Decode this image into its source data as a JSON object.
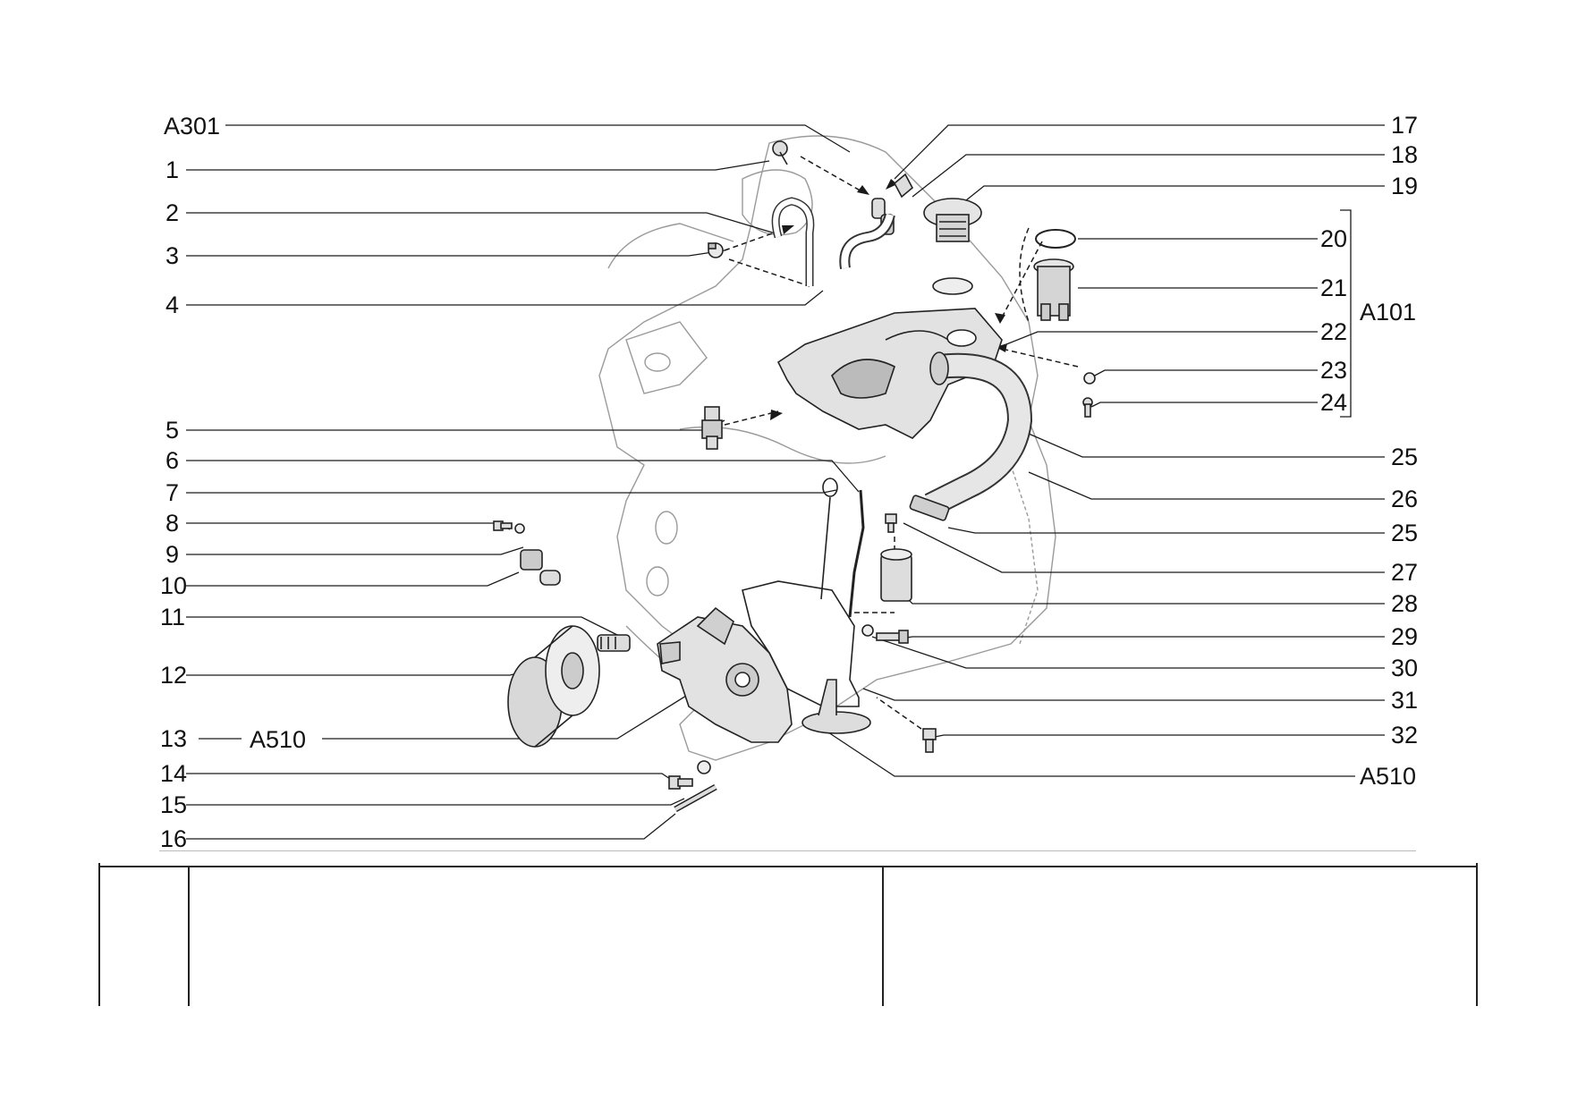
{
  "diagram": {
    "left_labels": [
      {
        "id": "a301",
        "text": "A301"
      },
      {
        "id": "n1",
        "text": "1"
      },
      {
        "id": "n2",
        "text": "2"
      },
      {
        "id": "n3",
        "text": "3"
      },
      {
        "id": "n4",
        "text": "4"
      },
      {
        "id": "n5",
        "text": "5"
      },
      {
        "id": "n6",
        "text": "6"
      },
      {
        "id": "n7",
        "text": "7"
      },
      {
        "id": "n8",
        "text": "8"
      },
      {
        "id": "n9",
        "text": "9"
      },
      {
        "id": "n10",
        "text": "10"
      },
      {
        "id": "n11",
        "text": "11"
      },
      {
        "id": "n12",
        "text": "12"
      },
      {
        "id": "n13",
        "text": "13"
      },
      {
        "id": "a510_left",
        "text": "A510"
      },
      {
        "id": "n14",
        "text": "14"
      },
      {
        "id": "n15",
        "text": "15"
      },
      {
        "id": "n16",
        "text": "16"
      }
    ],
    "right_labels": [
      {
        "id": "n17",
        "text": "17"
      },
      {
        "id": "n18",
        "text": "18"
      },
      {
        "id": "n19",
        "text": "19"
      },
      {
        "id": "n20",
        "text": "20"
      },
      {
        "id": "n21",
        "text": "21"
      },
      {
        "id": "a101",
        "text": "A101"
      },
      {
        "id": "n22",
        "text": "22"
      },
      {
        "id": "n23",
        "text": "23"
      },
      {
        "id": "n24",
        "text": "24"
      },
      {
        "id": "n25a",
        "text": "25"
      },
      {
        "id": "n26",
        "text": "26"
      },
      {
        "id": "n25b",
        "text": "25"
      },
      {
        "id": "n27",
        "text": "27"
      },
      {
        "id": "n28",
        "text": "28"
      },
      {
        "id": "n29",
        "text": "29"
      },
      {
        "id": "n30",
        "text": "30"
      },
      {
        "id": "n31",
        "text": "31"
      },
      {
        "id": "n32",
        "text": "32"
      },
      {
        "id": "a510_right",
        "text": "A510"
      }
    ],
    "colors": {
      "line": "#1a1a1a",
      "ghost": "#9a9a9a",
      "part_fill": "#d9d9d9",
      "part_stroke": "#222222"
    }
  }
}
